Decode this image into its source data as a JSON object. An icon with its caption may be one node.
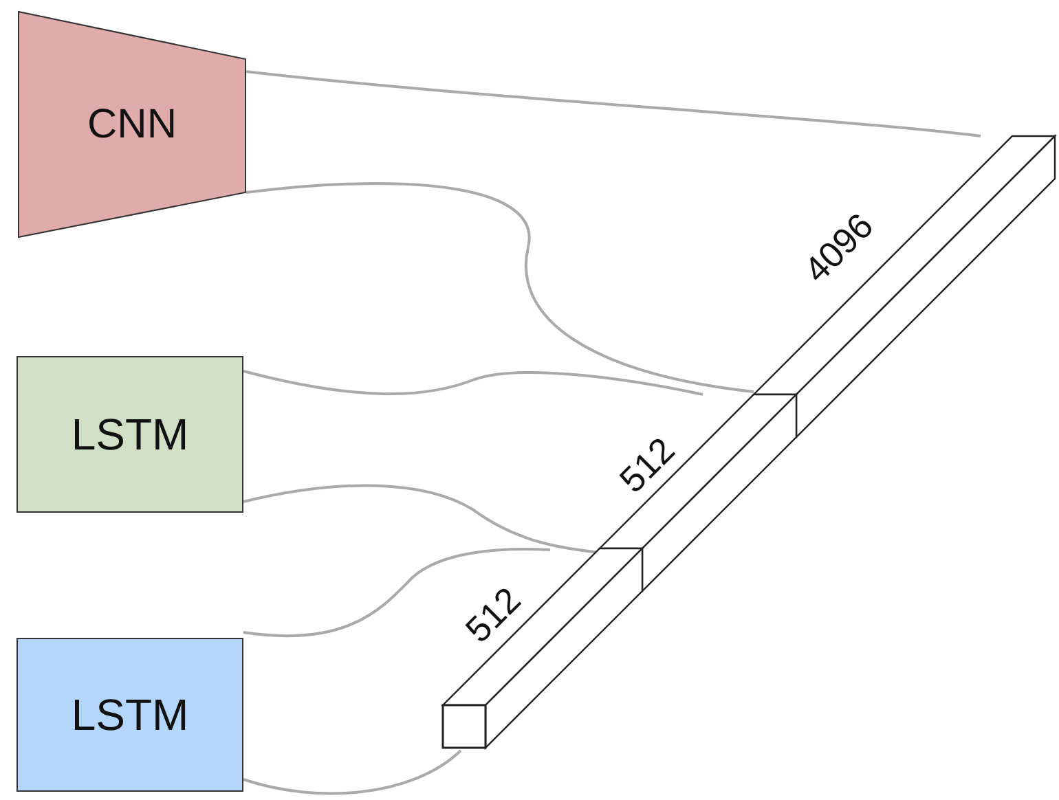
{
  "diagram": {
    "nodes": [
      {
        "text": [
          "CNN"
        ]
      },
      {
        "text": [
          "LSTM"
        ]
      },
      {
        "text": [
          "LSTM"
        ]
      },
      {
        "text": [],
        "shape": "bar",
        "beside": [
          "4096"
        ]
      },
      {
        "text": [],
        "shape": "bar",
        "beside": [
          "512"
        ]
      },
      {
        "text": [],
        "shape": "bar",
        "beside": [
          "512"
        ]
      }
    ],
    "edges": [
      {
        "from": 0,
        "to": 3,
        "arrow": "none"
      },
      {
        "from": 0,
        "to": 3,
        "arrow": "none"
      },
      {
        "from": 1,
        "to": 4,
        "arrow": "none"
      },
      {
        "from": 1,
        "to": 4,
        "arrow": "none"
      },
      {
        "from": 2,
        "to": 5,
        "arrow": "none"
      },
      {
        "from": 2,
        "to": 5,
        "arrow": "none"
      }
    ]
  }
}
